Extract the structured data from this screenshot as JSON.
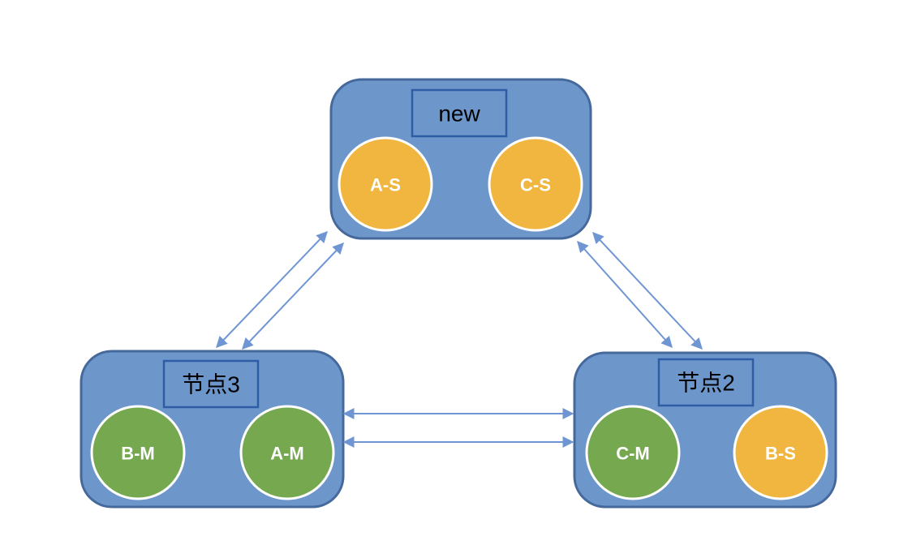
{
  "diagram": {
    "title": "cluster-replication-diagram",
    "nodes": [
      {
        "id": "new",
        "label": "new",
        "circles": [
          {
            "label": "A-S",
            "color": "#F0B63F"
          },
          {
            "label": "C-S",
            "color": "#F0B63F"
          }
        ]
      },
      {
        "id": "node3",
        "label": "节点3",
        "circles": [
          {
            "label": "B-M",
            "color": "#76A94F"
          },
          {
            "label": "A-M",
            "color": "#76A94F"
          }
        ]
      },
      {
        "id": "node2",
        "label": "节点2",
        "circles": [
          {
            "label": "C-M",
            "color": "#76A94F"
          },
          {
            "label": "B-S",
            "color": "#F0B63F"
          }
        ]
      }
    ],
    "edges": [
      {
        "from": "节点3",
        "to": "new",
        "arrows": "both-ends",
        "parallel_lines": 2
      },
      {
        "from": "new",
        "to": "节点2",
        "arrows": "both-ends",
        "parallel_lines": 2
      },
      {
        "from": "节点3",
        "to": "节点2",
        "arrows": "both-ends",
        "parallel_lines": 2
      }
    ],
    "colors": {
      "background": "#FFFFFF",
      "node_fill": "#6D96CB",
      "node_border": "#46699C",
      "label_box_border": "#2E5DA6",
      "node_label_text": "#000000",
      "green_circle": "#76A94F",
      "orange_circle": "#F0B63F",
      "circle_border": "#FFFFFF",
      "circle_text": "#FFFFFF",
      "arrow": "#6F96D3"
    }
  }
}
